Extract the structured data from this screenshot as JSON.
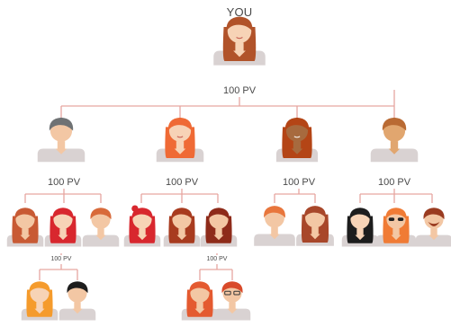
{
  "root": {
    "title": "YOU",
    "pv": "100 PV"
  },
  "level1": [
    {
      "pv": "100 PV",
      "hair": "#6f7274",
      "skin": "#f3c7a4",
      "shirt": "#d9d2d2"
    },
    {
      "pv": "100 PV",
      "hair": "#ef6a35",
      "skin": "#f7d3b6",
      "shirt": "#d9d2d2"
    },
    {
      "pv": "100 PV",
      "hair": "#b44516",
      "skin": "#a76a3e",
      "shirt": "#d9d2d2"
    },
    {
      "pv": "100 PV",
      "hair": "#b96a33",
      "skin": "#e1a66f",
      "shirt": "#d9d2d2"
    }
  ],
  "level2_group1_pv": "100 PV",
  "level2_group2_pv": "100 PV",
  "colors": {
    "line": "#e6a6a0",
    "shirt": "#d9d2d2",
    "text": "#4a4a4a"
  }
}
